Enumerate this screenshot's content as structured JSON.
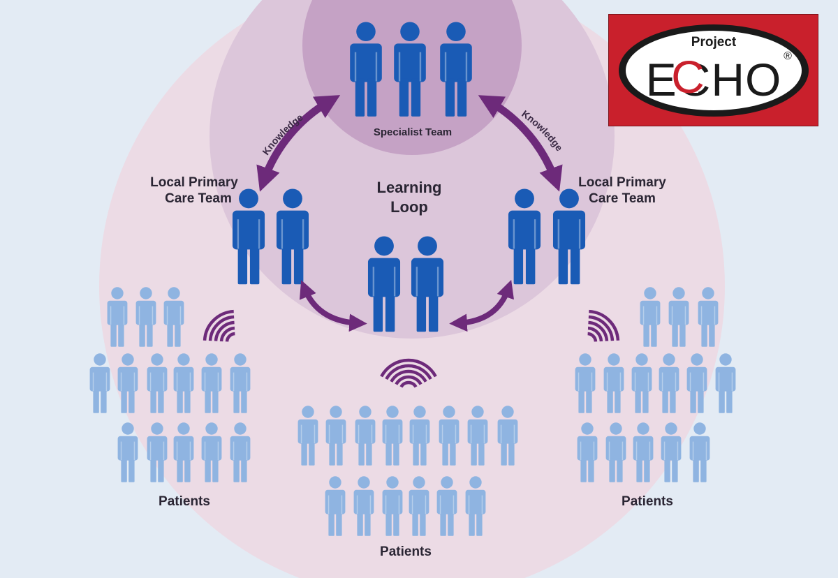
{
  "colors": {
    "background": "#e3ebf4",
    "outer_ring": "#ecdbe5",
    "middle_ring": "#dcc6da",
    "inner_circle": "#c5a2c5",
    "provider_figure": "#1a5bb5",
    "patient_figure": "#8fb4e1",
    "arrow": "#6d2a7a",
    "logo_red": "#c9202c"
  },
  "diagram": {
    "specialist_label": "Specialist Team",
    "learning_loop_line1": "Learning",
    "learning_loop_line2": "Loop",
    "left_team_line1": "Local Primary",
    "left_team_line2": "Care Team",
    "right_team_line1": "Local Primary",
    "right_team_line2": "Care Team",
    "knowledge_left": "Knowledge",
    "knowledge_right": "Knowledge",
    "patients_left": "Patients",
    "patients_center": "Patients",
    "patients_right": "Patients"
  },
  "logo": {
    "small_text": "Project",
    "main_text": "ECHO",
    "registered": "®"
  }
}
